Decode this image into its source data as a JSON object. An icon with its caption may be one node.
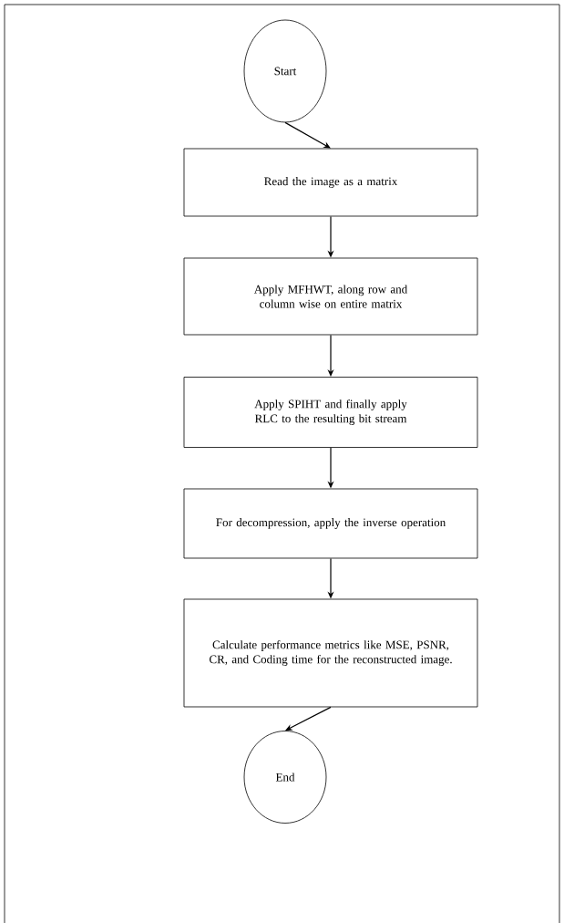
{
  "diagram": {
    "nodes": [
      {
        "text": [
          "Start"
        ]
      },
      {
        "text": [
          "Read the image as a matrix"
        ]
      },
      {
        "text": [
          "Apply MFHWT, along row and column wise on entire matrix"
        ]
      },
      {
        "text": [
          "Apply SPIHT and finally apply RLC to the resulting bit stream"
        ]
      },
      {
        "text": [
          "For decompression, apply the inverse operation"
        ]
      },
      {
        "text": [
          "Calculate performance metrics like MSE, PSNR, CR, and Coding time for the reconstructed image."
        ]
      },
      {
        "text": [
          "End"
        ]
      }
    ],
    "edges": [
      {
        "from": 0,
        "to": 1,
        "arrow": "to"
      },
      {
        "from": 1,
        "to": 2,
        "arrow": "to"
      },
      {
        "from": 2,
        "to": 3,
        "arrow": "to"
      },
      {
        "from": 3,
        "to": 4,
        "arrow": "to"
      },
      {
        "from": 4,
        "to": 5,
        "arrow": "to"
      },
      {
        "from": 5,
        "to": 6,
        "arrow": "to"
      }
    ]
  }
}
